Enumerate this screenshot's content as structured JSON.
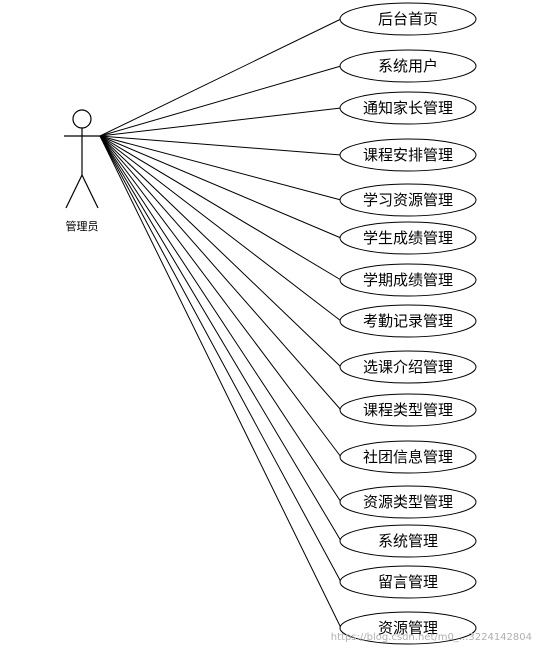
{
  "actor": {
    "label": "管理员"
  },
  "use_cases": [
    "后台首页",
    "系统用户",
    "通知家长管理",
    "课程安排管理",
    "学习资源管理",
    "学生成绩管理",
    "学期成绩管理",
    "考勤记录管理",
    "选课介绍管理",
    "课程类型管理",
    "社团信息管理",
    "资源类型管理",
    "系统管理",
    "留言管理",
    "资源管理"
  ],
  "watermark": "https://blog.csdn.net/m0_...3224142804"
}
